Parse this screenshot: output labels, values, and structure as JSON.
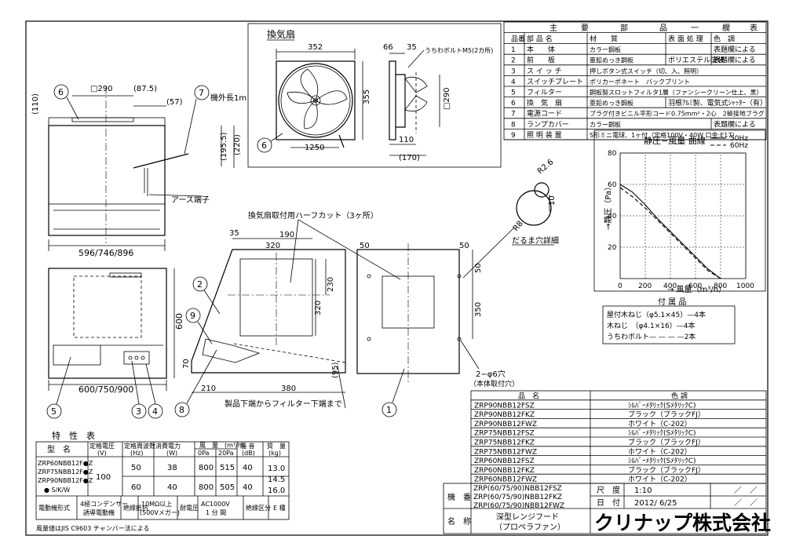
{
  "fan_view": {
    "title": "換気扇",
    "d352": "352",
    "d66": "66",
    "d35": "35",
    "bolt": "うちわボルトM5(2カ所)",
    "d355": "355",
    "d290v": "□290",
    "d1250": "1250",
    "d110": "110",
    "d170": "(170)",
    "balloon": "6"
  },
  "front_view": {
    "d290": "□290",
    "d87": "(87.5)",
    "d57": "(57)",
    "cord": "機外長1m",
    "d110": "(110)",
    "d195": "(195.5)",
    "d220": "(220)",
    "earth": "アース端子",
    "width": "596/746/896",
    "b6": "6",
    "b7": "7"
  },
  "bottom_view": {
    "width": "600/750/900",
    "height": "600",
    "b5": "5",
    "b3": "3",
    "b4": "4"
  },
  "duct_view": {
    "halfcut": "換気扇取付用ハーフカット（3ヶ所）",
    "d35": "35",
    "d190": "190",
    "d320h": "320",
    "d230": "230",
    "d320v": "320",
    "d70": "70",
    "d95": "(95)",
    "d210": "210",
    "d380": "380",
    "d50a": "50",
    "d50b": "50",
    "d50c": "50",
    "d350": "350",
    "hole": "2−φ6穴",
    "hole_note": "（本体取付穴）",
    "filter_note": "製品下端からフィルター下端まで",
    "b2": "2",
    "b9": "9",
    "b8": "8",
    "b1": "1"
  },
  "daruma": {
    "r26": "R2.6",
    "d10": "10",
    "r8": "R8",
    "label": "だるま穴詳細"
  },
  "parts_table": {
    "title": [
      "主",
      "要",
      "部",
      "品",
      "一",
      "欄",
      "表"
    ],
    "headers": [
      "品番",
      "部 品 名",
      "材　　質",
      "表 面 処 理",
      "色　調"
    ],
    "rows": [
      [
        "1",
        "本　　体",
        "カラー鋼板",
        "",
        "表題欄による"
      ],
      [
        "2",
        "前　　板",
        "亜鉛めっき鋼板",
        "ポリエステル塗装",
        "表題欄による"
      ],
      [
        "3",
        "ス イ ッ チ",
        "押しボタン式スイッチ（切、入、照明）",
        "",
        ""
      ],
      [
        "4",
        "スイッチプレート",
        "ポリカーボネート　バックプリント",
        "",
        ""
      ],
      [
        "5",
        "フィルター",
        "鋼板製スロットフィルタ1層（ファンシークリーン仕上、黒）",
        "",
        ""
      ],
      [
        "6",
        "換　気　扇",
        "亜鉛めっき鋼板",
        "羽根ｱﾙﾐ製、電気式ｼｬｯﾀｰ（有）",
        ""
      ],
      [
        "7",
        "電源コード",
        "ブラグ付きビニル平形コード0.75mm²・2心　2極接地ブラグ",
        "",
        ""
      ],
      [
        "8",
        "ランプカバー",
        "カラー鋼板",
        "",
        "表題欄による"
      ],
      [
        "9",
        "照 明 装 置",
        "S形ミニ電球、1ヶ付（定格100V・40W 口金:E17）",
        "",
        ""
      ]
    ]
  },
  "chart_data": {
    "type": "line",
    "title": "静圧−風量 曲線",
    "xlabel": "→ 風量（m³/h）",
    "ylabel": "→静圧（Pa）",
    "xlim": [
      0,
      1000
    ],
    "ylim": [
      0,
      80
    ],
    "xticks": [
      "0",
      "200",
      "400",
      "600",
      "800",
      "1000"
    ],
    "yticks": [
      "20",
      "40",
      "60",
      "80"
    ],
    "series": [
      {
        "name": "50Hz",
        "x": [
          0,
          100,
          200,
          300,
          400,
          500,
          600,
          700,
          800
        ],
        "y": [
          60,
          55,
          47,
          38,
          30,
          22,
          14,
          6,
          0
        ]
      },
      {
        "name": "60Hz",
        "x": [
          0,
          100,
          200,
          300,
          400,
          500,
          600,
          700,
          800
        ],
        "y": [
          58,
          52,
          45,
          37,
          29,
          21,
          13,
          5,
          0
        ]
      }
    ]
  },
  "accessories": {
    "title": "付 属 品",
    "lines": [
      "屋付木ねじ（φ5.1×45）—4本",
      "木ねじ　（φ4.1×16）—4本",
      "うちわボルト— — — —2本"
    ]
  },
  "color_table": {
    "headers": [
      "品　名",
      "色 調"
    ],
    "rows": [
      [
        "ZRP90NBB12FSZ",
        "ｼﾙﾊﾞｰﾒﾀﾘｯｸ(SﾒﾀﾘｯｸC)"
      ],
      [
        "ZRP90NBB12FKZ",
        "ブラック（ブラックFJ）"
      ],
      [
        "ZRP90NBB12FWZ",
        "ホワイト（C-202）"
      ],
      [
        "ZRP75NBB12FSZ",
        "ｼﾙﾊﾞｰﾒﾀﾘｯｸ(SﾒﾀﾘｯｸC)"
      ],
      [
        "ZRP75NBB12FKZ",
        "ブラック（ブラックFJ）"
      ],
      [
        "ZRP75NBB12FWZ",
        "ホワイト（C-202）"
      ],
      [
        "ZRP60NBB12FSZ",
        "ｼﾙﾊﾞｰﾒﾀﾘｯｸ(SﾒﾀﾘｯｸC)"
      ],
      [
        "ZRP60NBB12FKZ",
        "ブラック（ブラックFJ）"
      ],
      [
        "ZRP60NBB12FWZ",
        "ホワイト（C-202）"
      ]
    ]
  },
  "title_block": {
    "kiban": "機　番",
    "models": [
      "ZRP(60/75/90)NBB12FSZ",
      "ZRP(60/75/90)NBB12FKZ",
      "ZRP(60/75/90)NBB12FWZ"
    ],
    "scale_label": "尺　度",
    "scale": "1:10",
    "date_label": "日　付",
    "date": "2012/ 6/25",
    "name_label": "名　称",
    "name": [
      "深型レンジフード",
      "（プロペラファン）"
    ],
    "company": "クリナップ株式会社",
    "slash": "／　／"
  },
  "spec_table": {
    "title": "特　性　表",
    "h_model": "型　名",
    "h_volt": [
      "定格電圧",
      "(V)"
    ],
    "h_freq": [
      "定格周波数",
      "(Hz)"
    ],
    "h_power": [
      "消費電力",
      "(W)"
    ],
    "h_air": [
      "風　量　(m³/h)"
    ],
    "h_0pa": "0Pa",
    "h_20pa": "20Pa",
    "h_noise": [
      "騒 音",
      "(dB)"
    ],
    "h_mass": [
      "質　量",
      "(kg)"
    ],
    "models": [
      "ZRP60NBB12F●Z",
      "ZRP75NBB12F●Z",
      "ZRP90NBB12F●Z",
      "● S/K/W"
    ],
    "volt": "100",
    "rows": [
      [
        "50",
        "38",
        "800",
        "515",
        "40"
      ],
      [
        "60",
        "40",
        "800",
        "505",
        "40"
      ]
    ],
    "mass": [
      "13.0",
      "14.5",
      "16.0"
    ],
    "motor_label": "電動機形式",
    "motor": [
      "4極コンデンサー",
      "誘導電動機"
    ],
    "ins_label": "絶縁抵抗",
    "ins": [
      "10MΩ以上",
      "(500Vメガー)"
    ],
    "wv_label": "耐電圧",
    "wv": [
      "AC1000V",
      "1 分 間"
    ],
    "cls_label": "絶縁区分",
    "cls": "E 種",
    "note": "風量値はJIS C9603 チャンバー法による"
  }
}
